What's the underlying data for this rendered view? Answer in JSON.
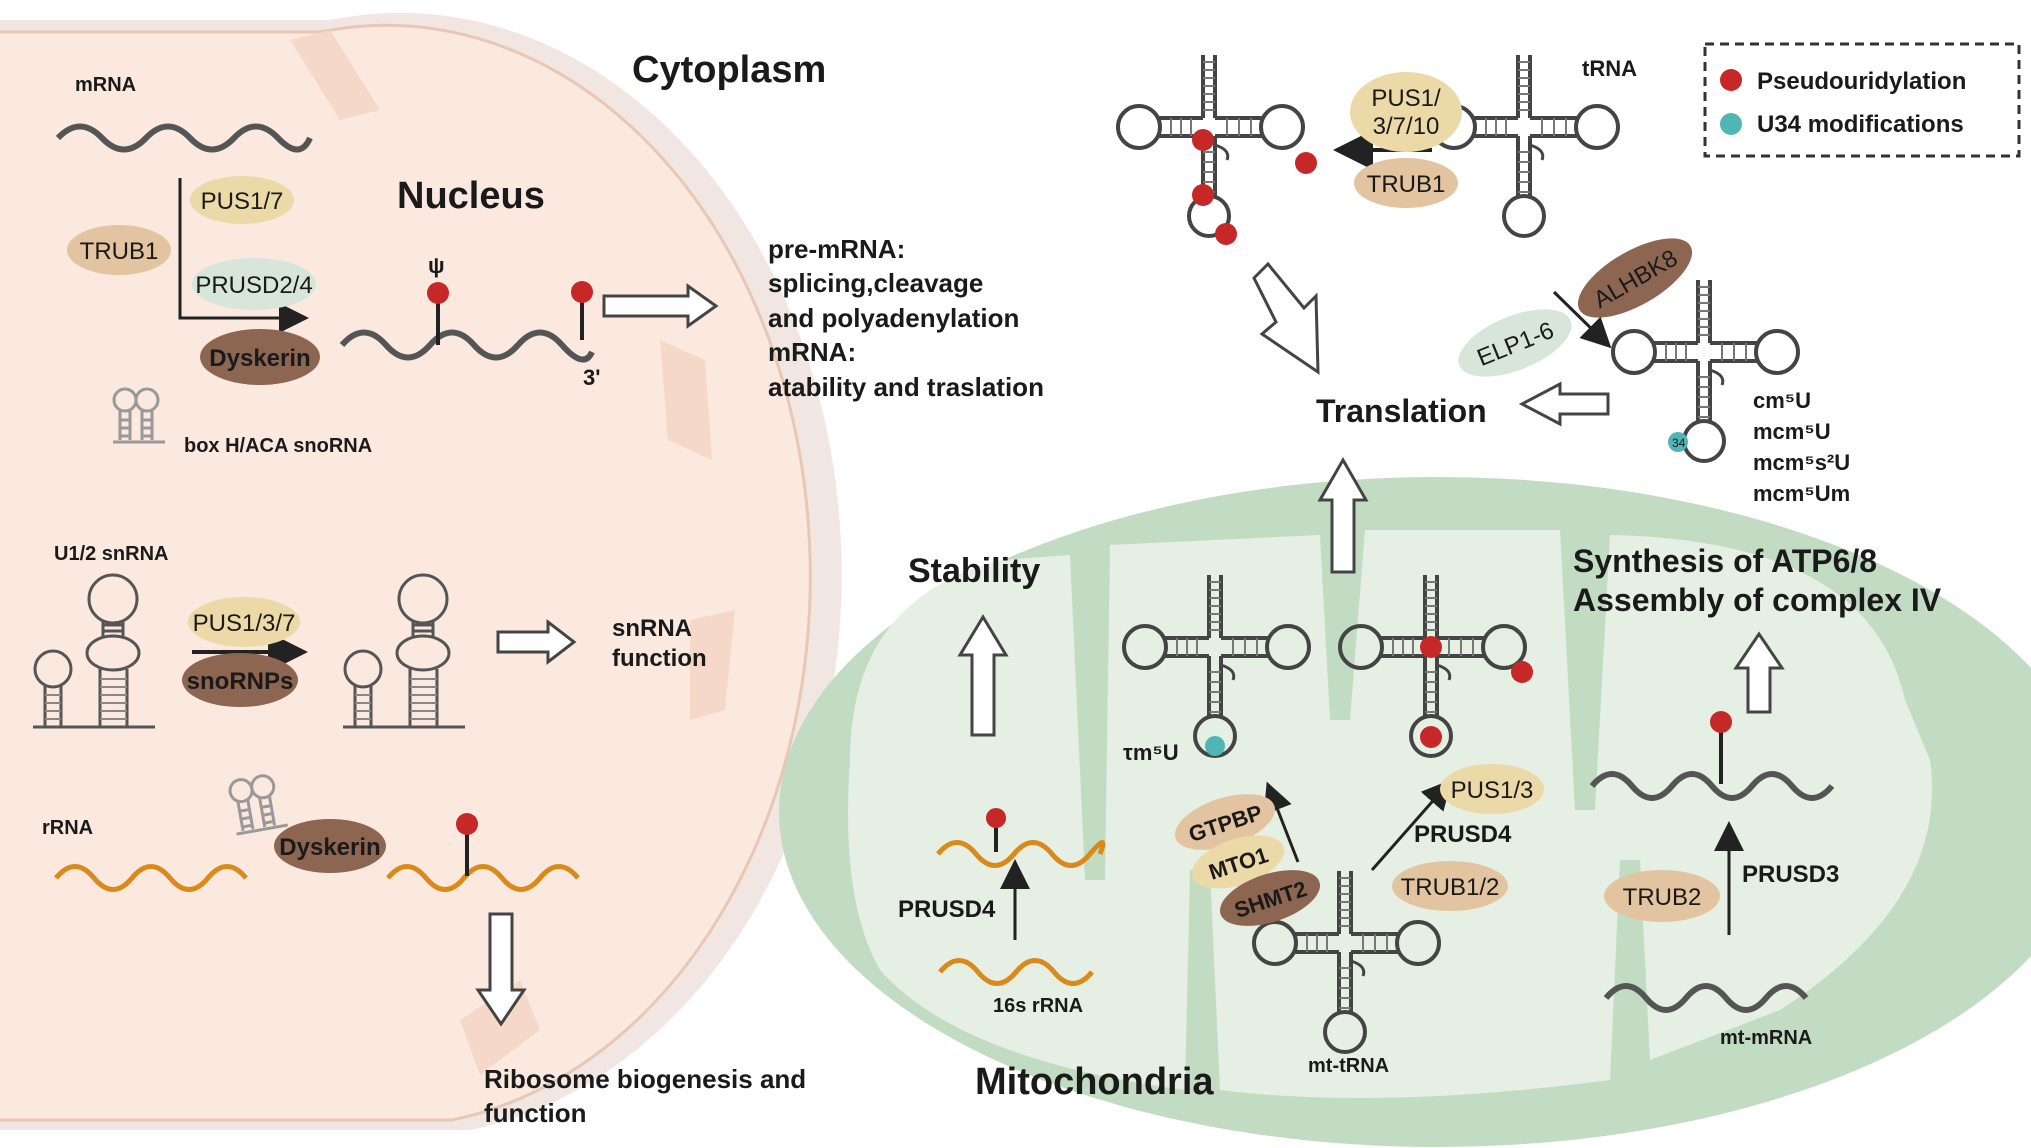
{
  "titles": {
    "cytoplasm": "Cytoplasm",
    "nucleus": "Nucleus",
    "mitochondria": "Mitochondria",
    "translation": "Translation",
    "stability": "Stability",
    "synthesis_line1": "Synthesis of ATP6/8",
    "synthesis_line2": "Assembly of complex IV"
  },
  "legend": {
    "pseudouridylation": "Pseudouridylation",
    "u34": "U34 modifications"
  },
  "nucleus_labels": {
    "mrna": "mRNA",
    "psi": "ψ",
    "three_prime": "3'",
    "box_snorna": "box H/ACA snoRNA",
    "u12_snrna": "U1/2 snRNA",
    "rrna": "rRNA",
    "snrna_function_1": "snRNA",
    "snrna_function_2": "function"
  },
  "outcomes": {
    "premrna_1": "pre-mRNA:",
    "premrna_2": "splicing,cleavage",
    "premrna_3": "and polyadenylation",
    "premrna_4": "mRNA:",
    "premrna_5": "atability and traslation",
    "ribosome_1": "Ribosome biogenesis and",
    "ribosome_2": "function"
  },
  "trna_labels": {
    "trna": "tRNA",
    "cm5u": "cm⁵U",
    "mcm5u": "mcm⁵U",
    "mcm5s2u": "mcm⁵s²U",
    "mcm5um": "mcm⁵Um",
    "taum5u": "τm⁵U",
    "mt_trna": "mt-tRNA",
    "rrna16s": "16s rRNA",
    "mt_mrna": "mt-mRNA",
    "n34": "34"
  },
  "enzymes": {
    "pus17": "PUS1/7",
    "trub1_nuc": "TRUB1",
    "prusd24": "PRUSD2/4",
    "dyskerin_1": "Dyskerin",
    "pus137": "PUS1/3/7",
    "snornps": "snoRNPs",
    "dyskerin_2": "Dyskerin",
    "pus1_line1": "PUS1/",
    "pus1_line2": "3/7/10",
    "trub1_cyto": "TRUB1",
    "alhbk8": "ALHBK8",
    "elp16": "ELP1-6",
    "prusd4_rrna": "PRUSD4",
    "gtpbp": "GTPBP",
    "mto1": "MTO1",
    "shmt2": "SHMT2",
    "pus13": "PUS1/3",
    "prusd4_trna": "PRUSD4",
    "trub12": "TRUB1/2",
    "trub2": "TRUB2",
    "prusd3": "PRUSD3"
  },
  "colors": {
    "pseudouridylation": "#c62828",
    "u34": "#4fb5b5",
    "enzyme_light": "#ecd9a8",
    "enzyme_tan": "#e3c4a0",
    "enzyme_brown": "#8c6650",
    "enzyme_mint": "#d7e6d9",
    "rna_grey": "#555555",
    "rna_orange": "#d98a1a",
    "cell_fill": "#fbe9df",
    "mito_outer": "#c2dcc3",
    "mito_inner": "#e6efe3"
  }
}
